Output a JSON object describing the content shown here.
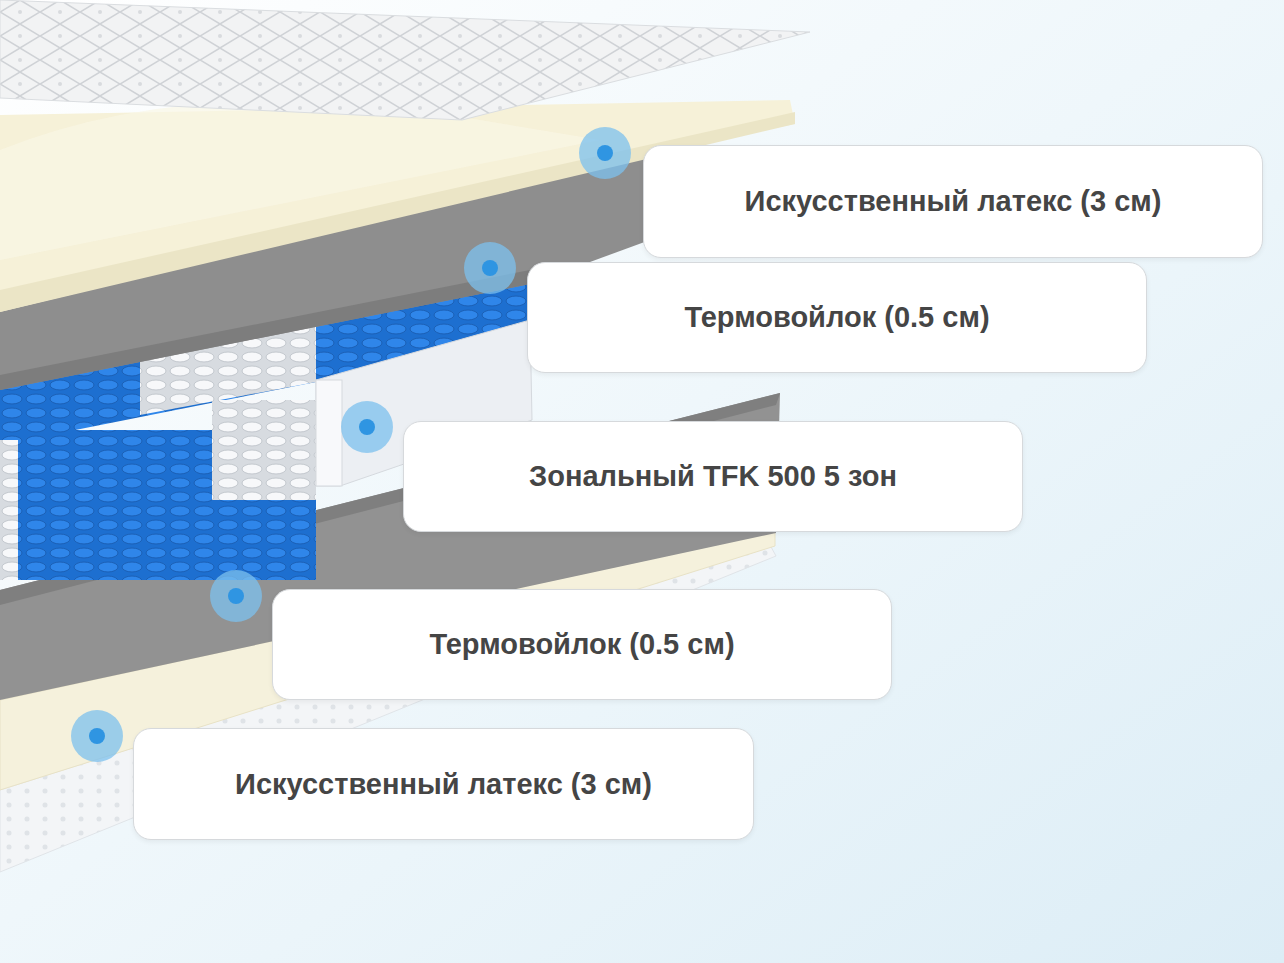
{
  "diagram": {
    "nodes": [
      {
        "text": [
          "Искусственный латекс (3 см)"
        ]
      },
      {
        "text": [
          "Термовойлок (0.5 см)"
        ]
      },
      {
        "text": [
          "Зональный TFK 500 5 зон"
        ]
      },
      {
        "text": [
          "Термовойлок (0.5 см)"
        ]
      },
      {
        "text": [
          "Искусственный латекс (3 см)"
        ]
      }
    ]
  }
}
